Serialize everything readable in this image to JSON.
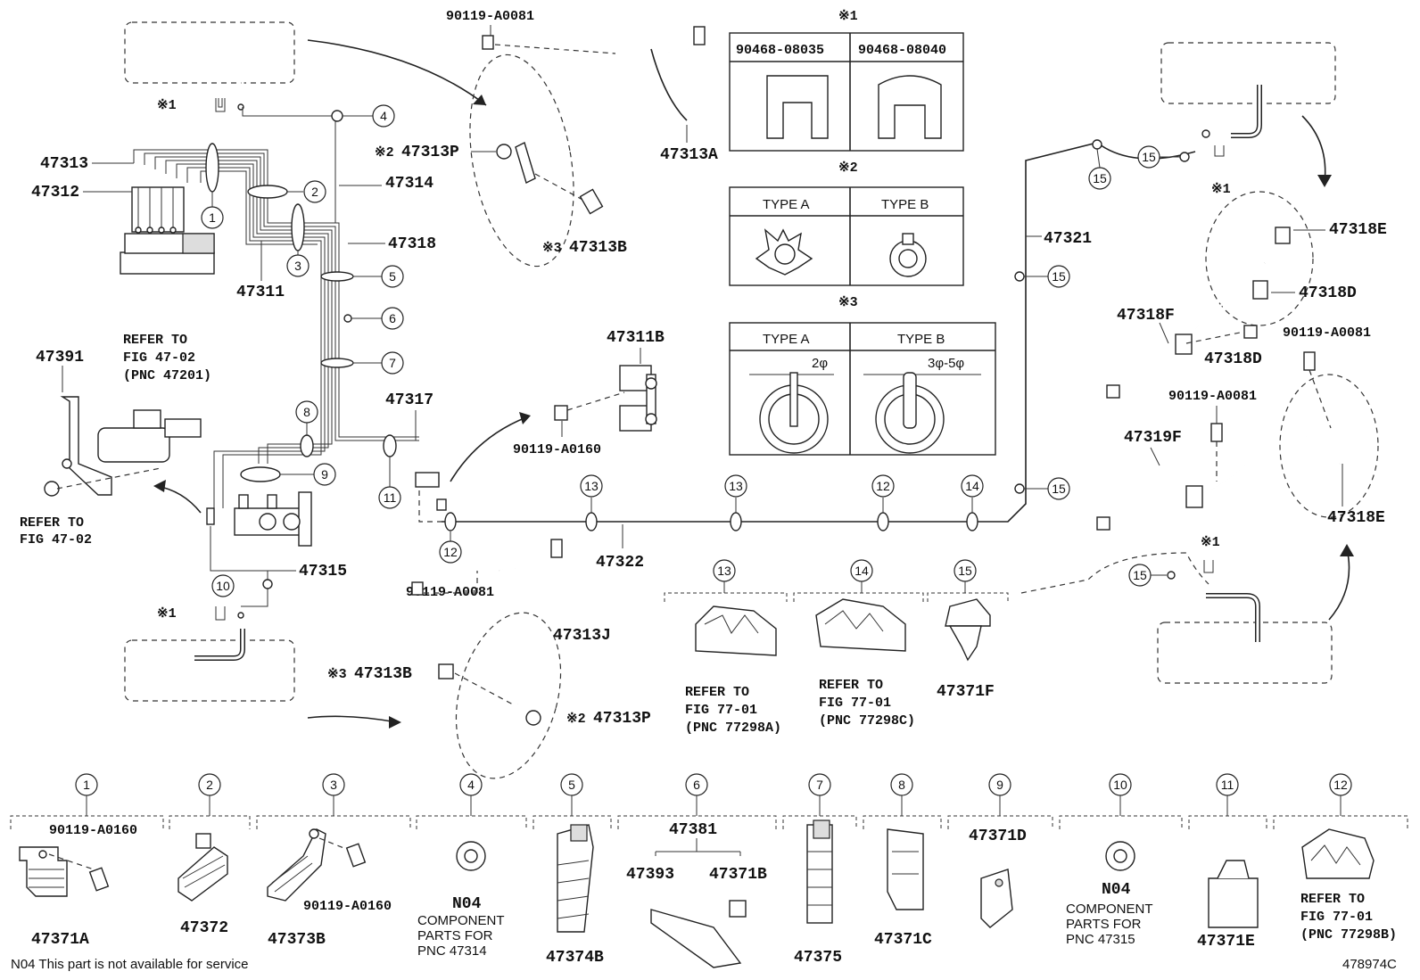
{
  "callout_labels": {
    "c1": "1",
    "c2": "2",
    "c3": "3",
    "c4": "4",
    "c5": "5",
    "c6": "6",
    "c7": "7",
    "c8": "8",
    "c9": "9",
    "c10": "10",
    "c11": "11",
    "c12": "12",
    "c13": "13",
    "c14": "14",
    "c15": "15"
  },
  "parts": {
    "p47313": "47313",
    "p47312": "47312",
    "p47311": "47311",
    "p47314": "47314",
    "p47318": "47318",
    "p47317": "47317",
    "p47315": "47315",
    "p47391": "47391",
    "p47313P": "47313P",
    "p47313A": "47313A",
    "p47313B": "47313B",
    "p47311B": "47311B",
    "p47322": "47322",
    "p47313J": "47313J",
    "p47321": "47321",
    "p47318E": "47318E",
    "p47318D": "47318D",
    "p47318F": "47318F",
    "p47319F": "47319F",
    "p47371F": "47371F",
    "b90119_A0081": "90119-A0081",
    "b90119_A0160": "90119-A0160"
  },
  "refer_notes": {
    "fig4702_pnc": [
      "REFER TO",
      "FIG 47-02",
      "(PNC 47201)"
    ],
    "fig4702": [
      "REFER TO",
      "FIG 47-02"
    ],
    "c13_ref": [
      "REFER TO",
      "FIG 77-01",
      "(PNC 77298A)"
    ],
    "c14_ref": [
      "REFER TO",
      "FIG 77-01",
      "(PNC 77298C)"
    ],
    "c12_ref": [
      "REFER TO",
      "FIG 77-01",
      "(PNC 77298B)"
    ]
  },
  "marks": {
    "m1": "※1",
    "m2": "※2",
    "m3": "※3"
  },
  "tables": {
    "t1": {
      "left": "90468-08035",
      "right": "90468-08040"
    },
    "t2": {
      "left": "TYPE A",
      "right": "TYPE B"
    },
    "t3": {
      "left": "TYPE A",
      "right": "TYPE B",
      "dim_left": "2φ",
      "dim_right": "3φ-5φ"
    }
  },
  "bottom_row": {
    "c1_parts": [
      "90119-A0160",
      "47371A"
    ],
    "c2_parts": [
      "47372"
    ],
    "c3_parts": [
      "90119-A0160",
      "47373B"
    ],
    "c4_parts": [
      "N04",
      "COMPONENT",
      "PARTS FOR",
      "PNC 47314"
    ],
    "c5_parts": [
      "47374B"
    ],
    "c6_parts": [
      "47381",
      "47393",
      "47371B"
    ],
    "c7_parts": [
      "47375"
    ],
    "c8_parts": [
      "47371C"
    ],
    "c9_parts": [
      "47371D"
    ],
    "c10_parts": [
      "N04",
      "COMPONENT",
      "PARTS FOR",
      "PNC 47315"
    ],
    "c11_parts": [
      "47371E"
    ]
  },
  "footer": {
    "note": "N04 This part is not available for service",
    "code": "478974C"
  }
}
